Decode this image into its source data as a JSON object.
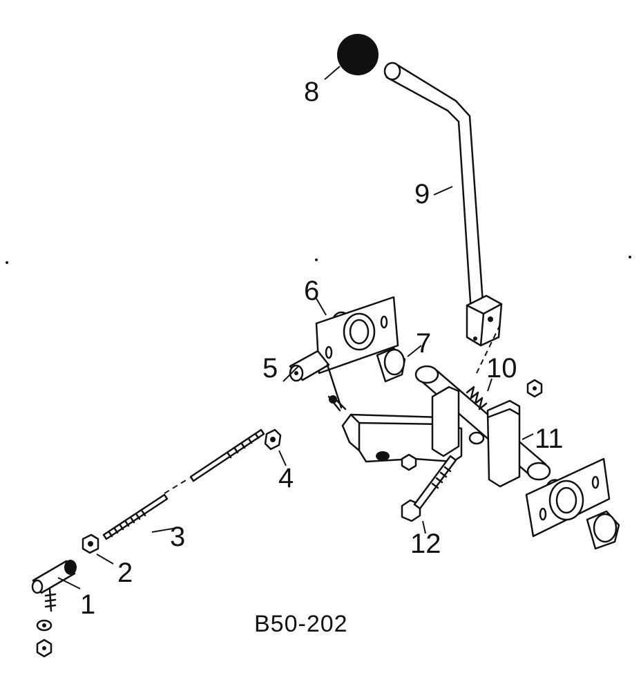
{
  "diagram": {
    "reference_code": "B50-202",
    "labels": {
      "p1": "1",
      "p2": "2",
      "p3": "3",
      "p4": "4",
      "p5": "5",
      "p6": "6",
      "p7": "7",
      "p8": "8",
      "p9": "9",
      "p10": "10",
      "p11": "11",
      "p12": "12"
    }
  }
}
